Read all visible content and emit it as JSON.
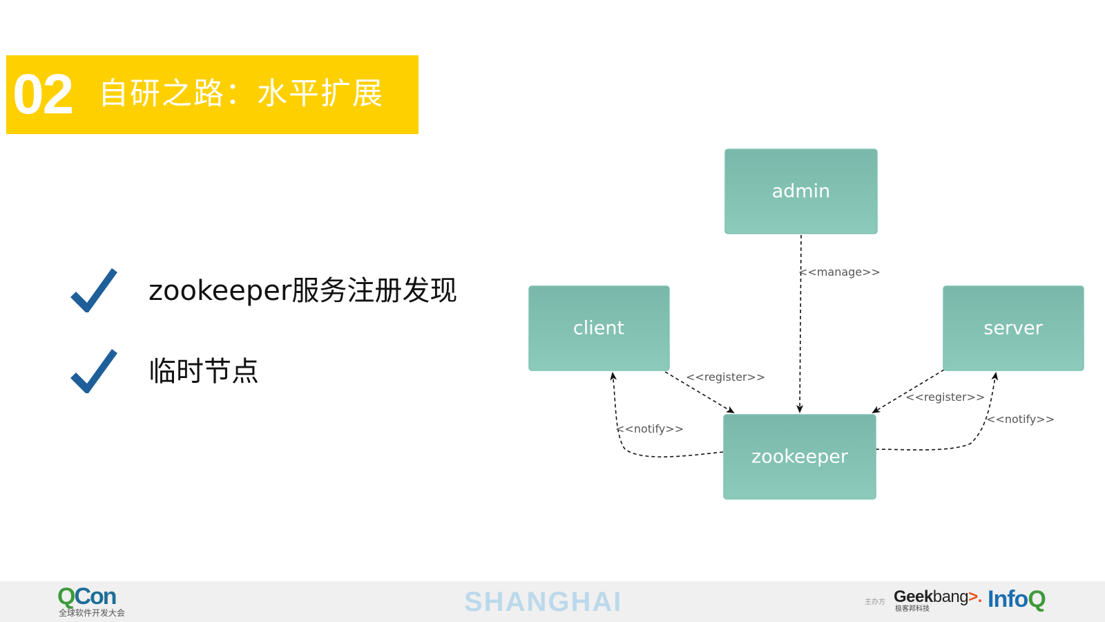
{
  "title": {
    "number": "02",
    "text": "自研之路：水平扩展"
  },
  "bullets": [
    {
      "text": "zookeeper服务注册发现",
      "icon": "checkmark-icon"
    },
    {
      "text": "临时节点",
      "icon": "checkmark-icon"
    }
  ],
  "diagram": {
    "nodes": {
      "admin": "admin",
      "client": "client",
      "server": "server",
      "zookeeper": "zookeeper"
    },
    "edges": {
      "admin_zookeeper": "<<manage>>",
      "client_zookeeper": "<<register>>",
      "server_zookeeper": "<<register>>",
      "zookeeper_client": "<<notify>>",
      "zookeeper_server": "<<notify>>"
    }
  },
  "footer": {
    "qcon": {
      "word_q": "Q",
      "word_rest": "Con",
      "subtitle": "全球软件开发大会"
    },
    "city": "SHANGHAI",
    "organizer_label": "主办方",
    "geekbang": {
      "word_a": "Geek",
      "word_b": "bang",
      "arrow": ">.",
      "subtitle": "极客邦科技"
    },
    "infoq": {
      "word_a": "Info",
      "word_b": "Q"
    }
  },
  "colors": {
    "title_band": "#ffd000",
    "node_fill_top": "#79b7aa",
    "node_fill_bottom": "#8ccbbb",
    "checkmark": "#1f5f99",
    "city_text": "#bcd9eb"
  }
}
